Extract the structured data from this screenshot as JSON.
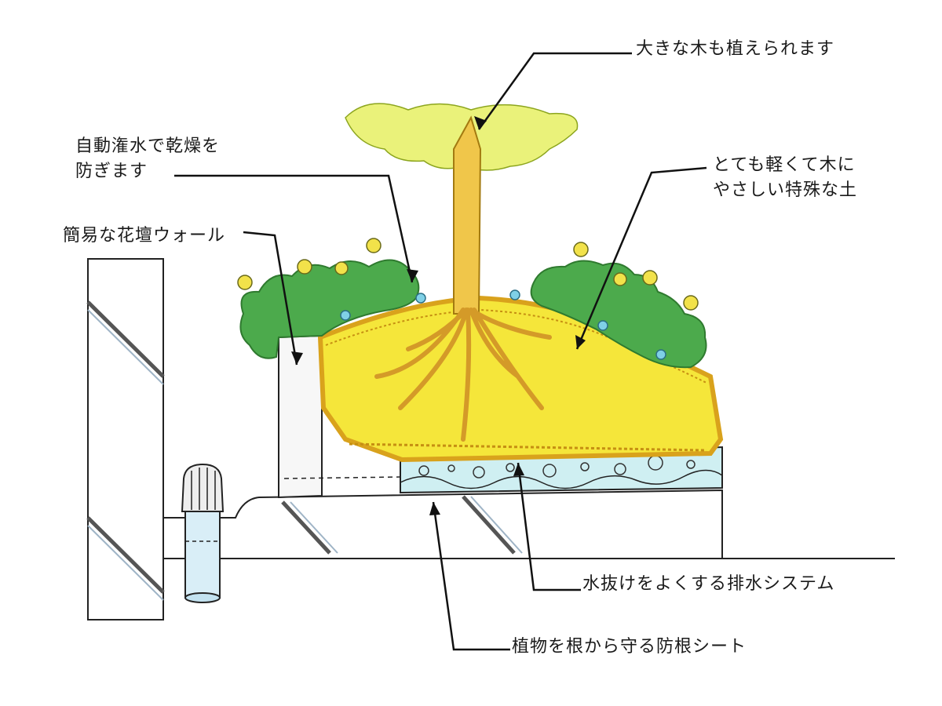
{
  "labels": {
    "large_tree": "大きな木も植えられます",
    "auto_watering_line1": "自動潅水で乾燥を",
    "auto_watering_line2": "防ぎます",
    "planter_wall": "簡易な花壇ウォール",
    "soft_soil_line1": "とても軽くて木に",
    "soft_soil_line2": "やさしい特殊な土",
    "drainage": "水抜けをよくする排水システム",
    "root_sheet": "植物を根から守る防根シート"
  },
  "colors": {
    "soil": "#f5e63a",
    "soil_edge": "#d9a21c",
    "foliage": "#4caa4c",
    "canopy": "#eaf27a",
    "trunk": "#f0c64a",
    "drain_layer": "#cfeff2",
    "outline": "#222222",
    "flower": "#f2e24a"
  },
  "icons": {
    "tree": "tree-icon",
    "flower": "flower-icon",
    "drip": "water-drop-icon",
    "drain_pipe": "drain-pipe-icon"
  }
}
